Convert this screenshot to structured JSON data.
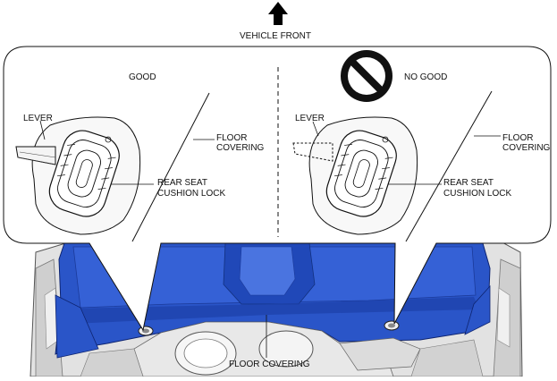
{
  "header": {
    "vehicle_front": "VEHICLE FRONT"
  },
  "panel_good": {
    "title": "GOOD",
    "lever": "LEVER",
    "floor_covering": [
      "FLOOR",
      "COVERING"
    ],
    "rear_seat_cushion_lock": [
      "REAR SEAT",
      "CUSHION LOCK"
    ]
  },
  "panel_no_good": {
    "title": "NO GOOD",
    "lever": "LEVER",
    "floor_covering": [
      "FLOOR",
      "COVERING"
    ],
    "rear_seat_cushion_lock": [
      "REAR SEAT",
      "CUSHION LOCK"
    ]
  },
  "body_view": {
    "floor_covering": "FLOOR COVERING"
  },
  "icons": {
    "arrow": "up-arrow-icon",
    "prohibited": "prohibited-icon"
  },
  "colors": {
    "floor_covering_fill": "#2a55c8",
    "floor_covering_dark": "#1b3a9a",
    "body_metal": "#d9d9d9",
    "outline": "#111111"
  }
}
